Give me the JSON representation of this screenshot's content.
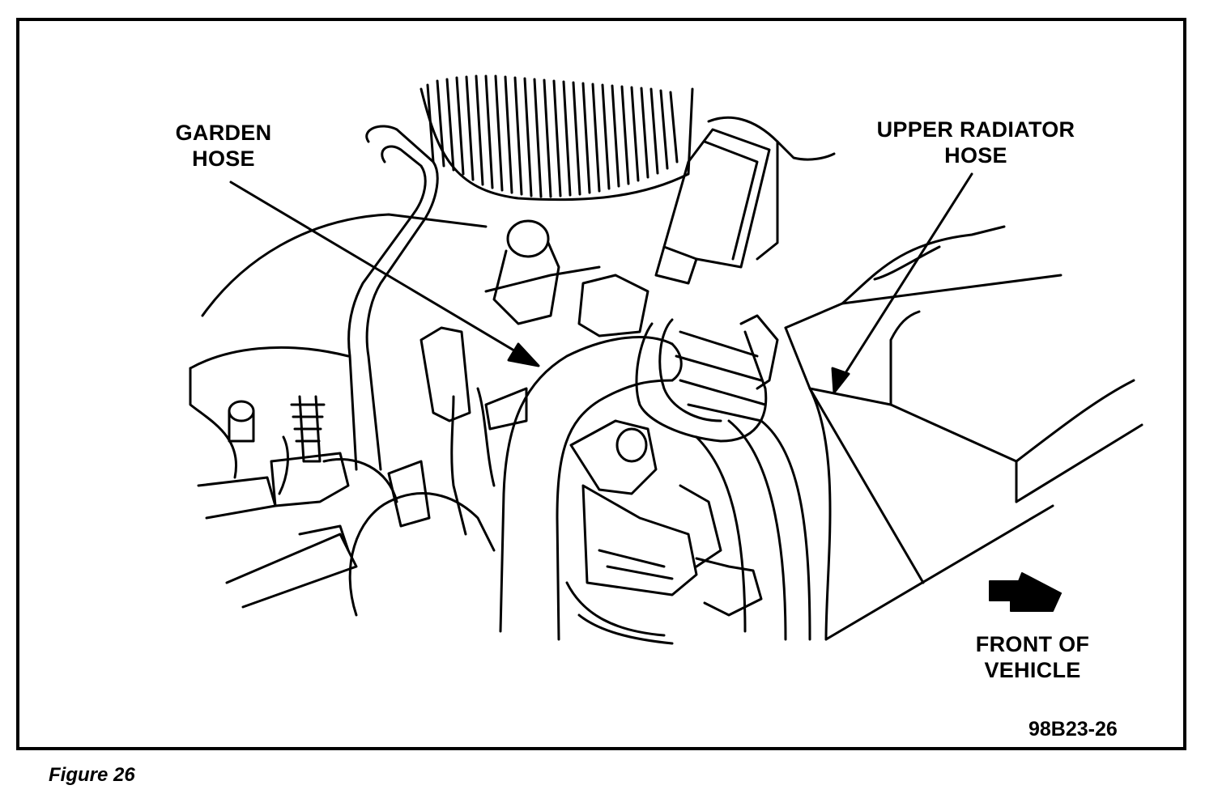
{
  "labels": {
    "garden_hose": [
      "GARDEN",
      "HOSE"
    ],
    "upper_radiator_hose": [
      "UPPER RADIATOR",
      "HOSE"
    ],
    "front_of_vehicle": [
      "FRONT OF",
      "VEHICLE"
    ]
  },
  "figure_code": "98B23-26",
  "caption": "Figure 26",
  "icons": {
    "direction_arrow": "front-of-vehicle-arrow-icon"
  },
  "colors": {
    "ink": "#000000",
    "paper": "#ffffff"
  }
}
